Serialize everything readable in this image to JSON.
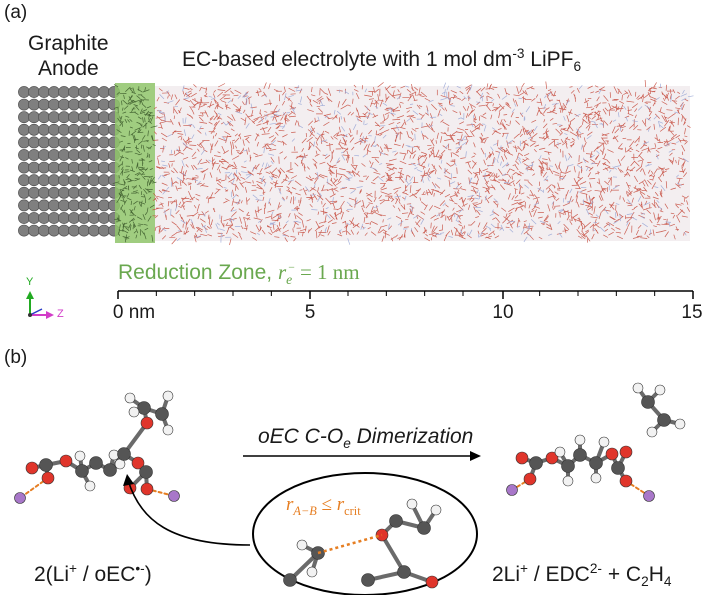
{
  "panel_a": {
    "label": "(a)",
    "anode_label_line1": "Graphite",
    "anode_label_line2": "Anode",
    "electrolyte_title": "EC-based electrolyte with 1 mol dm",
    "electrolyte_title_exp": "-3",
    "electrolyte_title_tail": " LiPF",
    "electrolyte_title_sub": "6",
    "reduction_zone_text": "Reduction Zone,",
    "reduction_zone_eq_var": "r",
    "reduction_zone_eq_sub": "e",
    "reduction_zone_eq_sup": "−",
    "reduction_zone_eq_rest": " = 1 nm",
    "axis_ticks": [
      "0 nm",
      "5",
      "10",
      "15"
    ],
    "axis_y_letter": "Y",
    "axis_z_letter": "Z",
    "colors": {
      "reduction_zone": "#8fc46a",
      "graphite": "#7f7f7f",
      "electrolyte_red": "#c0392b",
      "electrolyte_blue": "#9aa7d6"
    }
  },
  "panel_b": {
    "label": "(b)",
    "reaction_label_pre": "oEC C-O",
    "reaction_label_sub": "e",
    "reaction_label_post": " Dimerization",
    "reactant_label_pre": "2(Li",
    "reactant_label_sup1": "+",
    "reactant_label_mid": " / oEC",
    "reactant_label_sup2": "•-",
    "reactant_label_post": ")",
    "product_label_pre": "2Li",
    "product_label_sup1": "+",
    "product_label_mid": " / EDC",
    "product_label_sup2": "2-",
    "product_label_mid2": " + C",
    "product_label_sub1": "2",
    "product_label_post": "H",
    "product_label_sub2": "4",
    "criterion_var": "r",
    "criterion_sub": "A−B",
    "criterion_op": " ≤ ",
    "criterion_var2": "r",
    "criterion_sub2": "crit",
    "colors": {
      "carbon": "#555555",
      "oxygen": "#e0352b",
      "hydrogen": "#f2f2f2",
      "lithium": "#a877c9",
      "highlight": "#e67e22"
    }
  }
}
